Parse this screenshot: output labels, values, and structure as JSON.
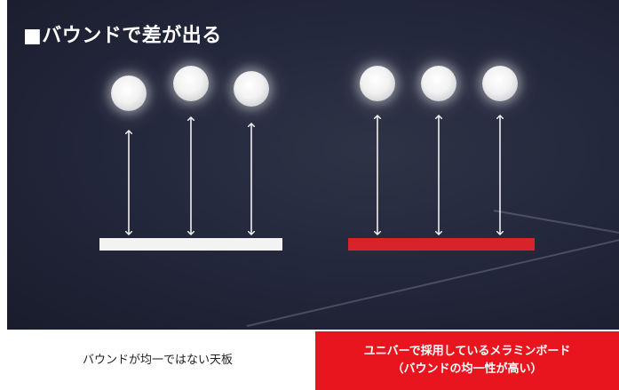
{
  "title": "■バウンドで差が出る",
  "captions": {
    "left": "バウンドが均一ではない天板",
    "right_line1": "ユニバーで採用しているメラミンボード",
    "right_line2": "（バウンドの均一性が高い）"
  },
  "colors": {
    "background": "#22263a",
    "board_white": "#f3f3f3",
    "board_red": "#d8232a",
    "caption_red": "#e8141e",
    "arrow": "#f0f0f0"
  }
}
